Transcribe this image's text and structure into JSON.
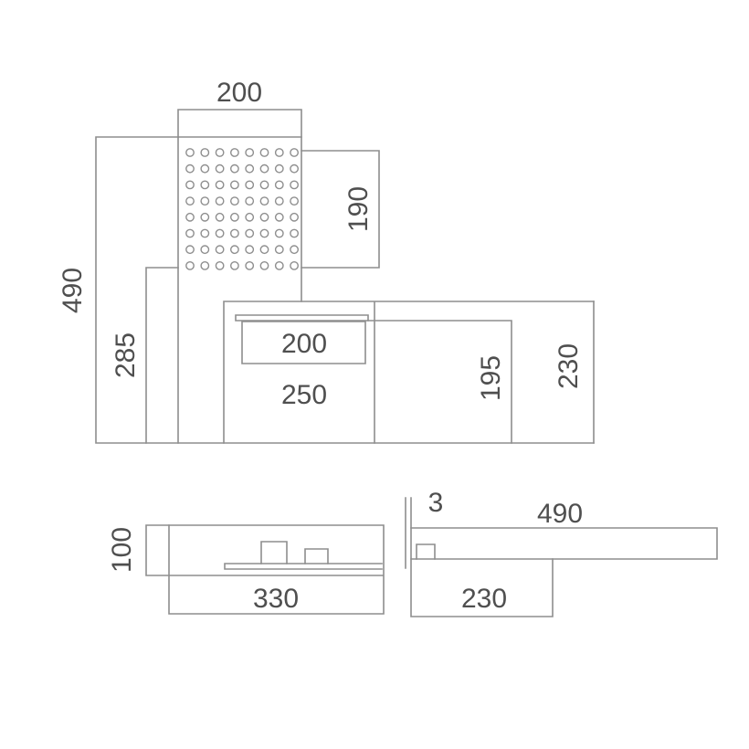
{
  "colors": {
    "line": "#8e8e8e",
    "text": "#4f4f4f",
    "background": "#ffffff"
  },
  "front_view": {
    "width_top": "200",
    "height_total": "490",
    "perforation_height": "190",
    "lower_height": "285",
    "opening_width": "200",
    "shelf_width": "250",
    "inner_height": "195",
    "shelf_height": "230",
    "perforations": {
      "rows": 8,
      "cols": 8
    }
  },
  "bottom_view": {
    "height": "100",
    "width": "330"
  },
  "side_view": {
    "thickness": "3",
    "width": "490",
    "depth": "230"
  }
}
